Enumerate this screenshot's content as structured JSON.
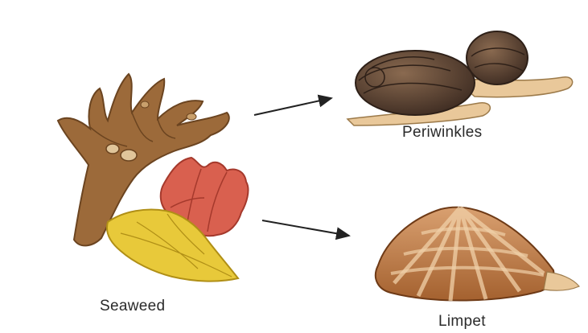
{
  "labels": {
    "periwinkles": "Periwinkles",
    "seaweed": "Seaweed",
    "limpet": "Limpet"
  },
  "colors": {
    "background": "#ffffff",
    "arrow": "#222222",
    "brown_seaweed": "#9c6a3a",
    "red_seaweed": "#d9604f",
    "yellow_seaweed": "#e8c93a",
    "periwinkle_shell": "#5b4636",
    "periwinkle_body": "#e9c89a",
    "limpet_shell": "#b87845"
  }
}
